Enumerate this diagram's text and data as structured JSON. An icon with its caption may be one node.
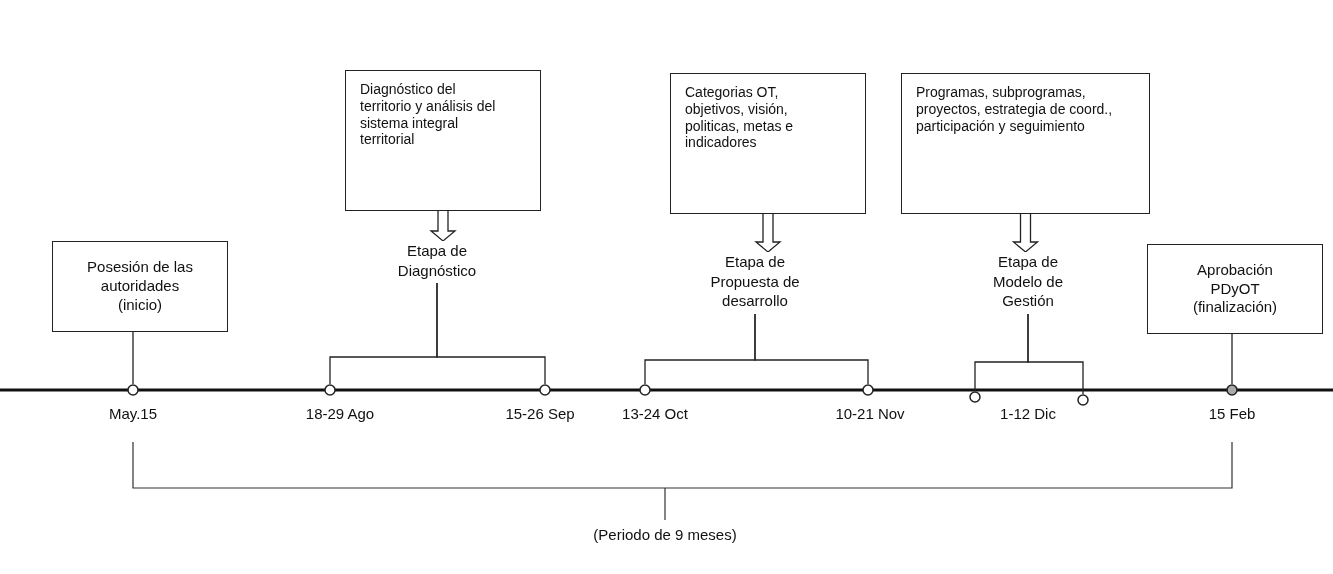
{
  "diagram": {
    "nodes": [
      {
        "text": [
          "Posesión de las autoridades (inicio)"
        ]
      },
      {
        "text": [
          "Diagnóstico del territorio y análisis del sistema integral territorial"
        ]
      },
      {
        "text": [
          "Categorias OT, objetivos, visión, politicas, metas e indicadores"
        ]
      },
      {
        "text": [
          "Programas, subprogramas, proyectos, estrategia de coord., participación y seguimiento"
        ]
      },
      {
        "text": [
          "Aprobación PDyOT (finalización)"
        ]
      },
      {
        "text": [
          "Etapa de Diagnóstico"
        ]
      },
      {
        "text": [
          "Etapa de Propuesta de desarrollo"
        ]
      },
      {
        "text": [
          "Etapa de Modelo de Gestión"
        ]
      },
      {
        "text": [],
        "shape": "circle",
        "beside": [
          "May.15"
        ]
      },
      {
        "text": [],
        "shape": "circle",
        "beside": [
          "18-29 Ago"
        ]
      },
      {
        "text": [],
        "shape": "circle",
        "beside": [
          "15-26 Sep"
        ]
      },
      {
        "text": [],
        "shape": "circle",
        "beside": [
          "13-24 Oct"
        ]
      },
      {
        "text": [],
        "shape": "circle",
        "beside": [
          "10-21 Nov"
        ]
      },
      {
        "text": [],
        "shape": "circle"
      },
      {
        "text": [],
        "shape": "circle"
      },
      {
        "text": [],
        "shape": "circle",
        "beside": [
          "15 Feb"
        ]
      }
    ],
    "edges": [
      {
        "from": 0,
        "to": 8,
        "arrow": "none"
      },
      {
        "from": 1,
        "to": 5,
        "arrow": "to"
      },
      {
        "from": 2,
        "to": 6,
        "arrow": "to"
      },
      {
        "from": 3,
        "to": 7,
        "arrow": "to"
      },
      {
        "from": 4,
        "to": 15,
        "arrow": "none"
      },
      {
        "from": 5,
        "to": 9,
        "arrow": "none"
      },
      {
        "from": 5,
        "to": 10,
        "arrow": "none"
      },
      {
        "from": 6,
        "to": 11,
        "arrow": "none"
      },
      {
        "from": 6,
        "to": 12,
        "arrow": "none"
      },
      {
        "from": 7,
        "to": 13,
        "arrow": "none"
      },
      {
        "from": 7,
        "to": 14,
        "arrow": "none"
      }
    ],
    "labels": [
      "1-12 Dic",
      "(Periodo de 9 meses)"
    ]
  }
}
